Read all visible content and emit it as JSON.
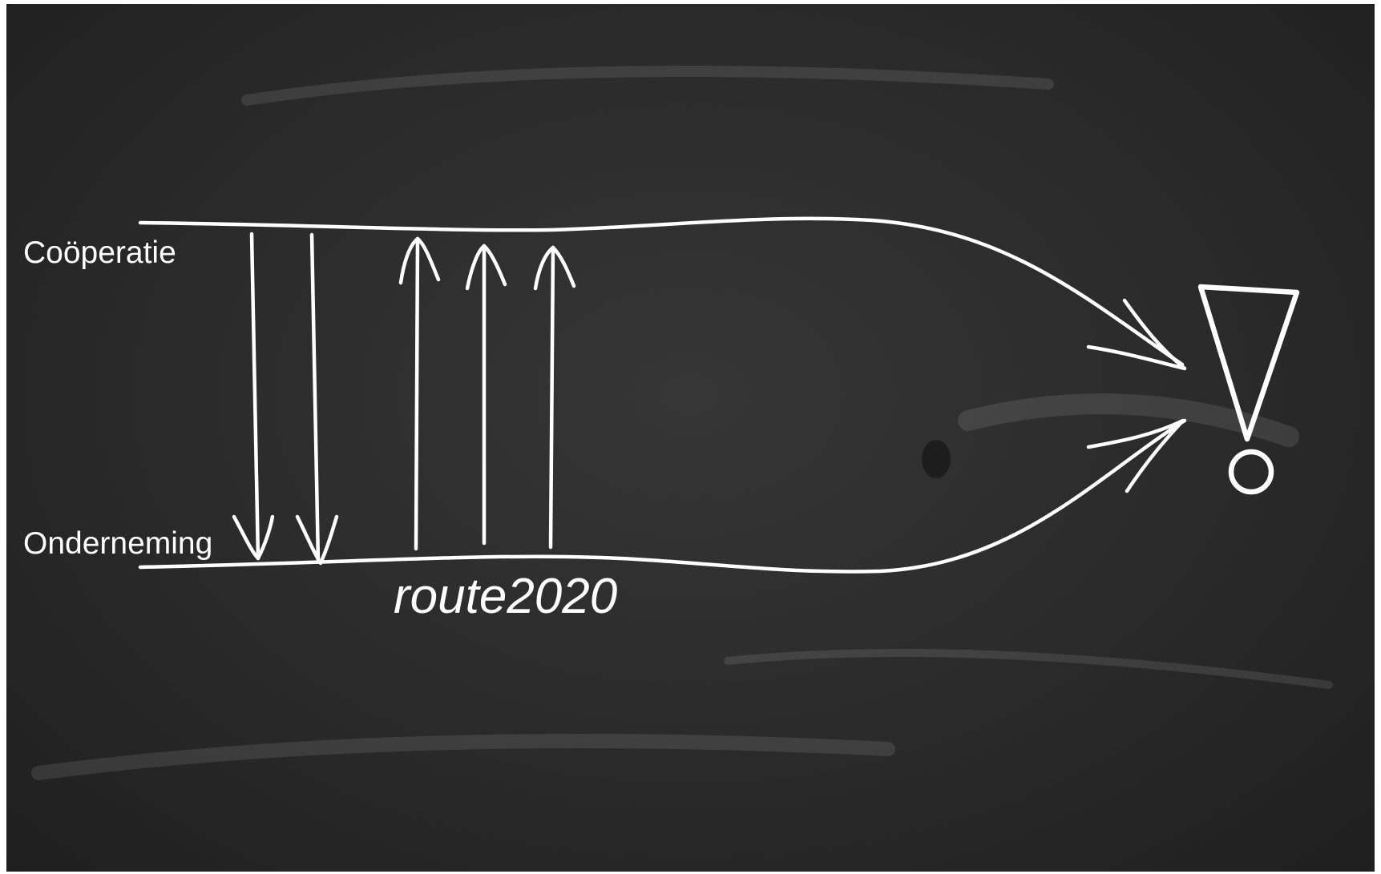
{
  "diagram": {
    "top_label": "Coöperatie",
    "bottom_label": "Onderneming",
    "caption": "route2020",
    "chalk_color": "#ffffff",
    "board_color": "#2b2b2b",
    "downward_arrows": 2,
    "upward_arrows": 3,
    "goal_symbol": "exclamation-mark"
  }
}
